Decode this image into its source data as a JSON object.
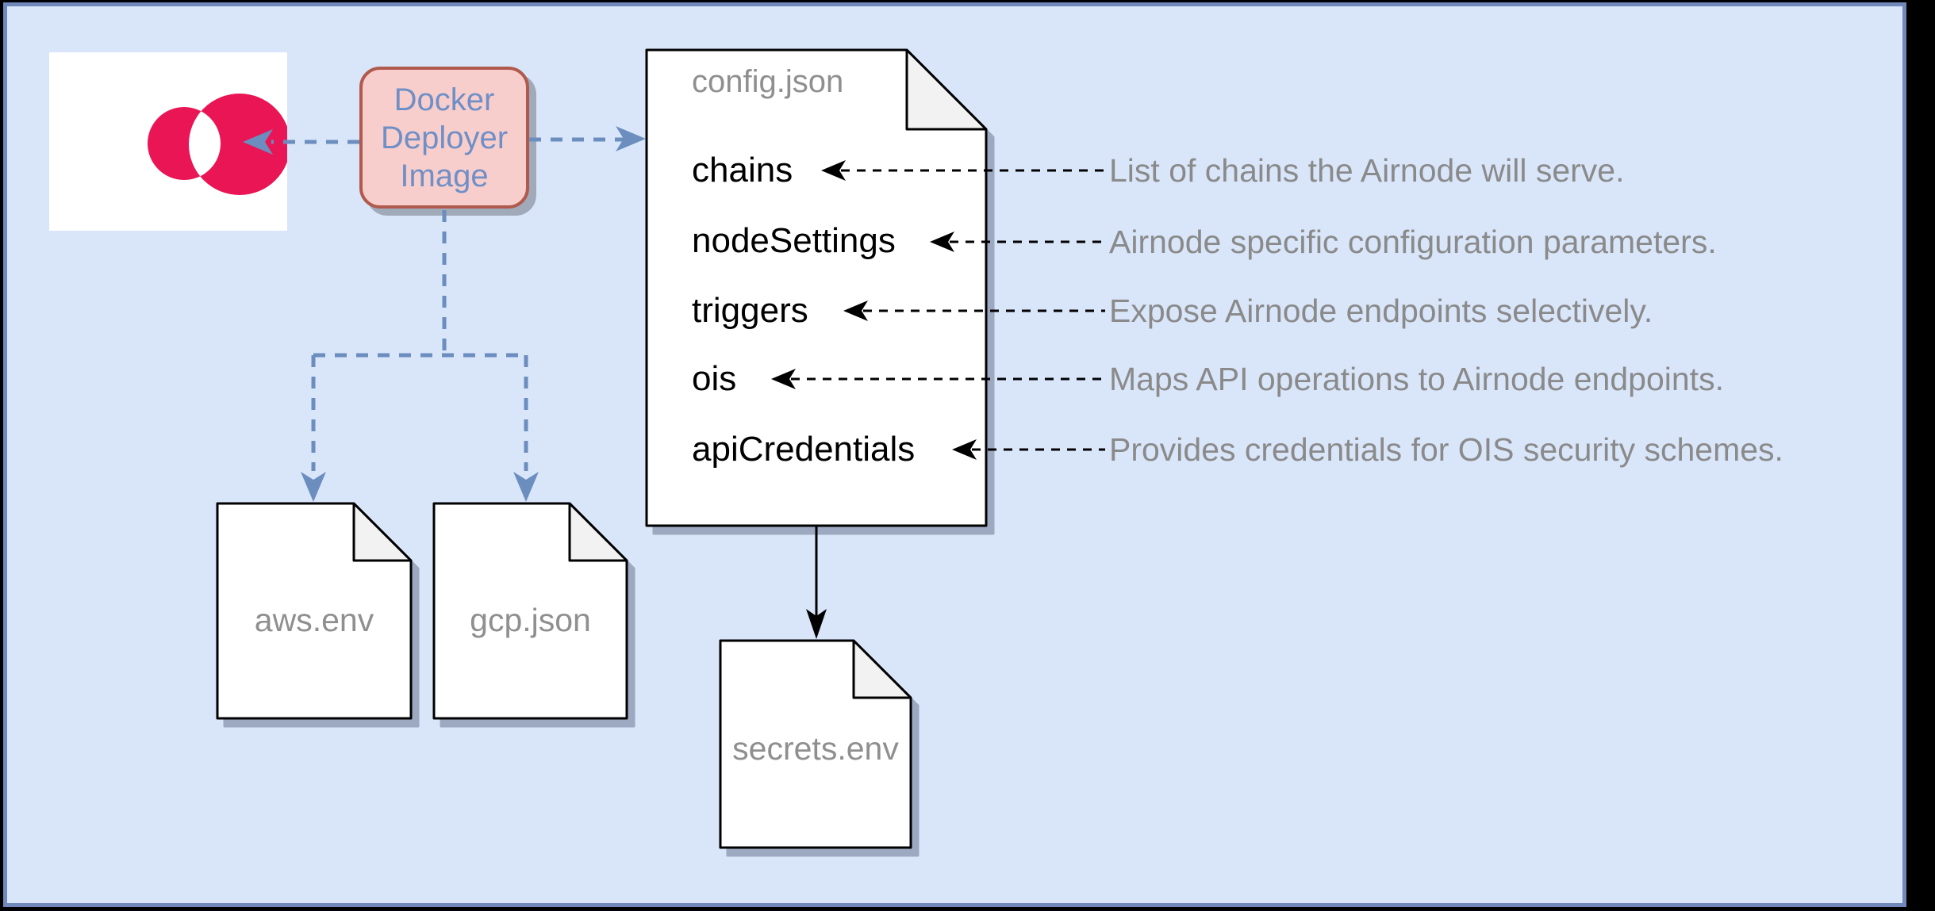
{
  "diagram": {
    "docker_box": {
      "label": "Docker\nDeployer\nImage"
    },
    "config_doc": {
      "title": "config.json",
      "items": [
        {
          "key": "chains",
          "description": "List of chains the Airnode will serve."
        },
        {
          "key": "nodeSettings",
          "description": "Airnode specific configuration parameters."
        },
        {
          "key": "triggers",
          "description": "Expose Airnode endpoints selectively."
        },
        {
          "key": "ois",
          "description": "Maps API operations to Airnode endpoints."
        },
        {
          "key": "apiCredentials",
          "description": "Provides credentials for OIS security schemes."
        }
      ]
    },
    "files": {
      "aws": {
        "label": "aws.env"
      },
      "gcp": {
        "label": "gcp.json"
      },
      "secrets": {
        "label": "secrets.env"
      }
    },
    "colors": {
      "canvas_background": "#d9e6fa",
      "canvas_frame": "#7088ba",
      "docker_fill": "#f8cecc",
      "docker_stroke": "#b05a4e",
      "docker_text": "#6f8fc6",
      "connector_blue": "#6c8ebf",
      "logo_red": "#e91555",
      "gray_text": "#8a8a8a"
    }
  }
}
